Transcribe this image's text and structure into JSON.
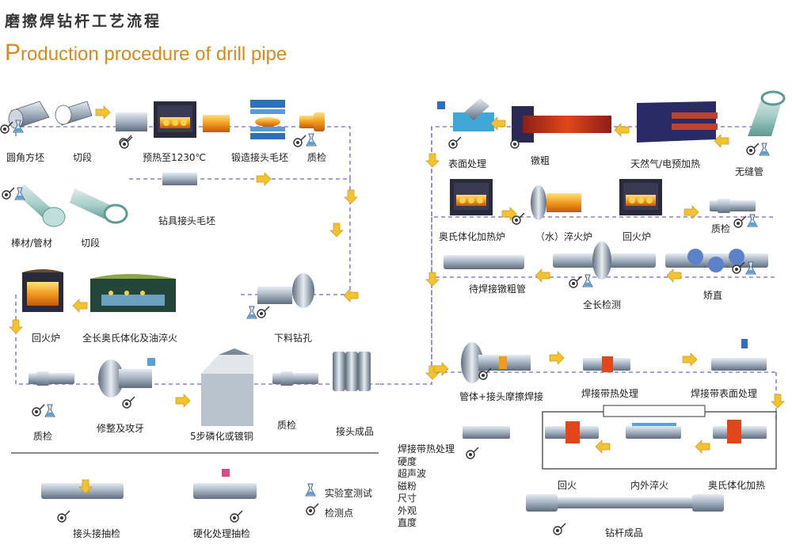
{
  "title_cn": "磨擦焊钻杆工艺流程",
  "title_en_first": "P",
  "title_en_rest": "roduction procedure of drill pipe",
  "steps": {
    "round_billet": "圆角方坯",
    "cut1": "切段",
    "preheat": "预热至1230℃",
    "forge": "锻造接头毛坯",
    "qc1": "质检",
    "blank": "钻具接头毛坯",
    "bar": "棒材/管材",
    "cut2": "切段",
    "drill": "下料钻孔",
    "temper1": "回火炉",
    "austen_quench": "全长奥氏体化及油淬火",
    "qc2": "质检",
    "trim": "修整及攻牙",
    "phosphate": "5步磷化或镀铜",
    "qc3": "质检",
    "joint_done": "接头成品",
    "surface": "表面处理",
    "upset": "镦粗",
    "gas_heat": "天然气/电预加热",
    "seamless": "无缝管",
    "austen_furnace": "奥氏体化加热炉",
    "water_quench": "（水）淬火炉",
    "temper2": "回火炉",
    "qc4": "质检",
    "wait_weld": "待焊接镦粗管",
    "full_inspect": "全长检测",
    "straighten": "矫直",
    "friction_weld": "管体+接头摩擦焊接",
    "weld_heat": "焊接带热处理",
    "weld_surface": "焊接带表面处理",
    "temper3": "回火",
    "inner_outer": "内外淬火",
    "austen_heat": "奥氏体化加热",
    "drill_pipe": "钻杆成品"
  },
  "inspections": [
    "焊接带热处理",
    "硬度",
    "超声波",
    "磁粉",
    "尺寸",
    "外观",
    "直度"
  ],
  "legend": {
    "lab_test": "实验室测试",
    "check_point": "检测点",
    "joint_sample": "接头接抽检",
    "harden_sample": "硬化处理抽检"
  },
  "colors": {
    "accent": "#d98a1a",
    "flow_line": "#6b6bc8",
    "arrow": "#f2c230",
    "steel": "#9aa8b8"
  }
}
